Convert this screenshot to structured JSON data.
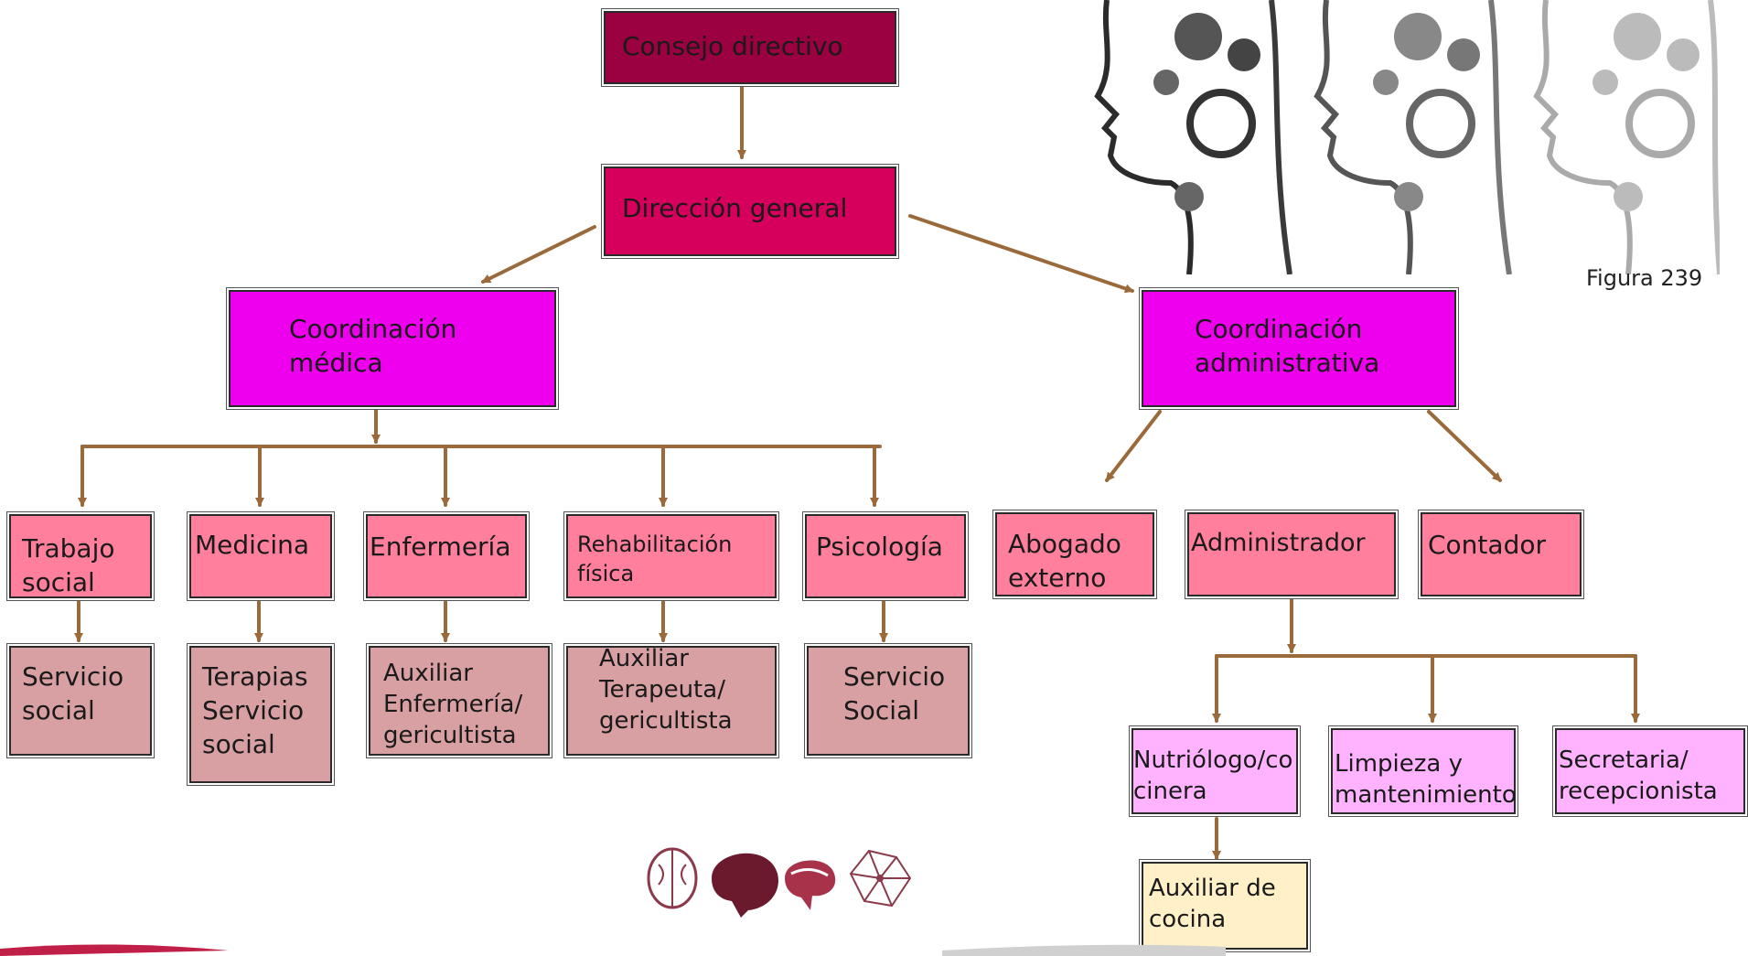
{
  "diagram": {
    "figure_caption": "Figura 239",
    "nodes": {
      "consejo": "Consejo directivo",
      "direccion": "Dirección general",
      "coord_medica": "Coordinación\nmédica",
      "coord_admin": "Coordinación\nadministrativa",
      "trabajo_social": "Trabajo\nsocial",
      "medicina": "Medicina",
      "enfermeria": "Enfermería",
      "rehabilitacion": "Rehabilitación\nfísica",
      "psicologia": "Psicología",
      "abogado": "Abogado\nexterno",
      "administrador": "Administrador",
      "contador": "Contador",
      "servicio_social_1": "Servicio\nsocial",
      "terapias": "Terapias\nServicio\nsocial",
      "aux_enfermeria": "Auxiliar\nEnfermería/\ngericultista",
      "aux_terapeuta": "Auxiliar\nTerapeuta/\ngericultista",
      "servicio_social_2": "Servicio\nSocial",
      "nutriologo": "Nutriólogo/co\ncinera",
      "limpieza": "Limpieza y\nmantenimiento",
      "secretaria": "Secretaria/\nrecepcionista",
      "aux_cocina": "Auxiliar de\ncocina"
    }
  },
  "colors": {
    "council": "#9b0040",
    "direction": "#d6005c",
    "coordination": "#ee00ee",
    "department": "#ff7f9c",
    "sub_unit": "#d9a0a3",
    "admin_staff": "#ffb3ff",
    "kitchen_aux": "#fff0c8",
    "connector": "#9a6a3a"
  },
  "decorations": {
    "top_right_illustration": "three-heads-with-gears-icon",
    "bottom_icons": [
      "brain-outline-icon",
      "head-silhouette-icon",
      "brain-side-icon",
      "network-brain-icon"
    ]
  }
}
